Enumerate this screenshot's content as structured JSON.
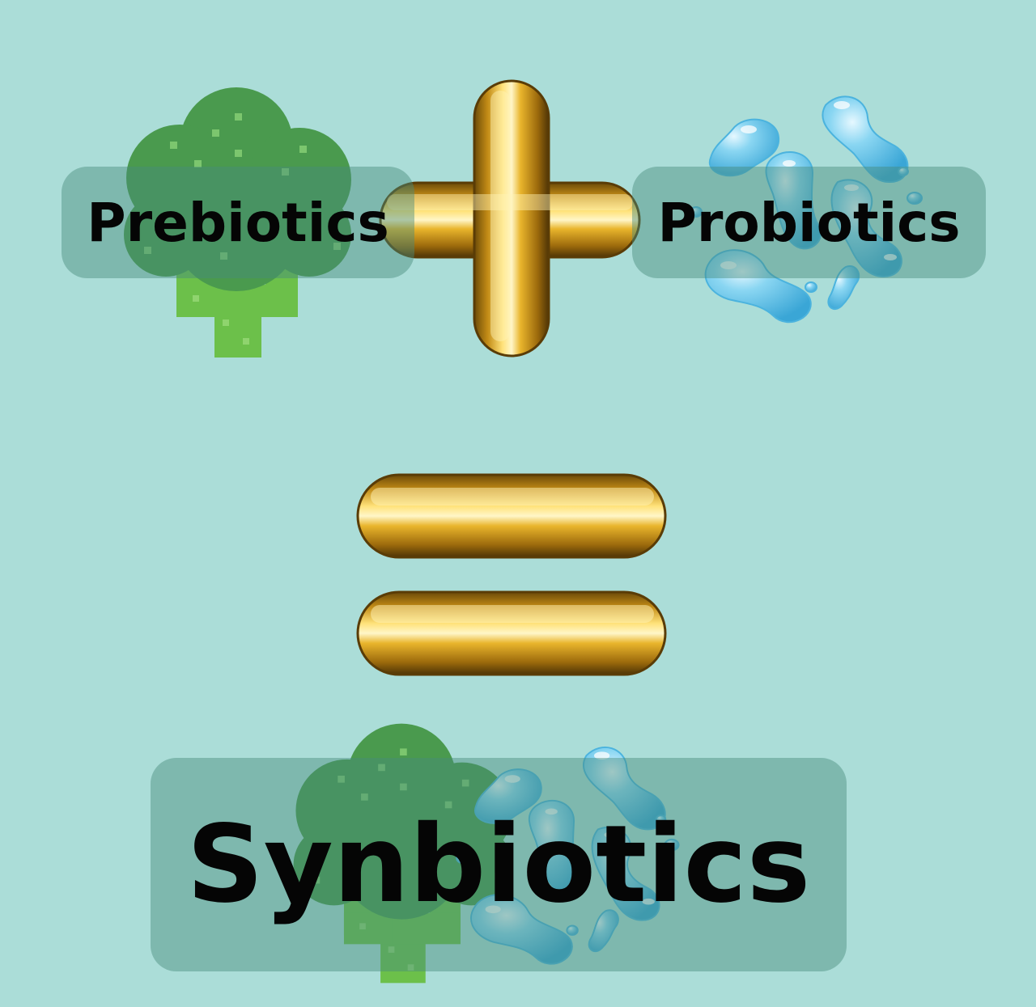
{
  "labels": {
    "prebiotics": "Prebiotics",
    "probiotics": "Probiotics",
    "synbiotics": "Synbiotics"
  },
  "icons": {
    "broccoli": "broccoli-icon",
    "bacteria": "bacteria-icon",
    "plus": "plus-sign-icon",
    "equals": "equals-sign-icon"
  },
  "colors": {
    "background": "#abddd8",
    "label_box": "#468c7d",
    "broccoli_head": "#4a9a4e",
    "broccoli_stem": "#6cc04a",
    "bacteria": "#69c4e4",
    "gold": "#d9a520"
  }
}
